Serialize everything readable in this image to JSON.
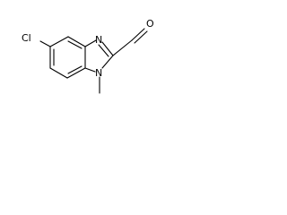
{
  "molecule": {
    "atoms": {
      "chlorine": "Cl",
      "imine_nitrogen": "N",
      "methyl_nitrogen": "N",
      "aldehyde_oxygen": "O"
    }
  },
  "colors": {
    "background": "#ffffff",
    "bond": "#000000",
    "text": "#000000"
  }
}
